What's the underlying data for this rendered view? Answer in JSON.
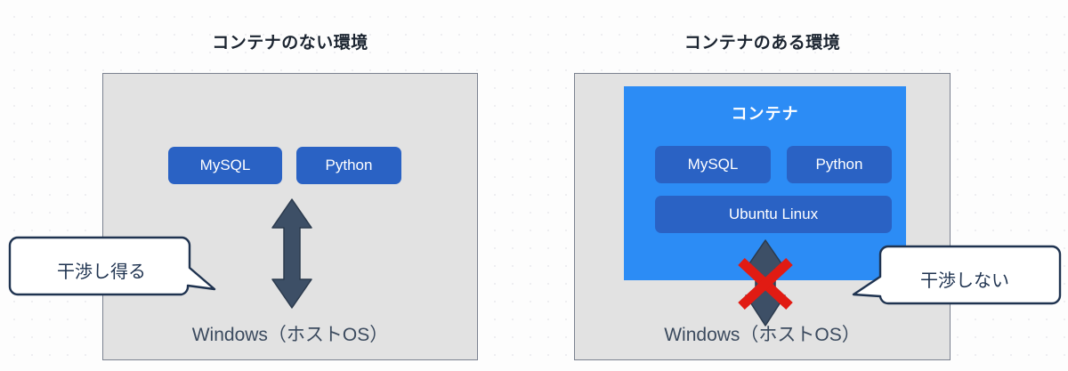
{
  "background": {
    "page_color": "#fdfdfd",
    "dot_grid_color": "#ededf0"
  },
  "palette": {
    "panel_fill": "#e2e2e2",
    "panel_border": "#7b8290",
    "chip_blue": "#2a62c4",
    "container_blue": "#2c8cf5",
    "arrow_slate": "#3d4f66",
    "bubble_border": "#1f3350",
    "bubble_fill": "#ffffff",
    "cross_red": "#e11b13",
    "title_color": "#1b2430",
    "host_label_color": "#3b4a5e"
  },
  "panels": [
    {
      "id": "without-container",
      "title": "コンテナのない環境",
      "host_label": "Windows（ホストOS）",
      "chips": [
        {
          "label": "MySQL"
        },
        {
          "label": "Python"
        }
      ],
      "arrow": {
        "name": "double-arrow-vertical",
        "direction": "both",
        "crossed_out": false
      },
      "callout": {
        "text": "干渉し得る",
        "tail_side": "right"
      }
    },
    {
      "id": "with-container",
      "title": "コンテナのある環境",
      "host_label": "Windows（ホストOS）",
      "container": {
        "title": "コンテナ",
        "chips": [
          {
            "label": "MySQL"
          },
          {
            "label": "Python"
          },
          {
            "label": "Ubuntu Linux"
          }
        ]
      },
      "arrow": {
        "name": "double-arrow-vertical-blocked",
        "direction": "both",
        "crossed_out": true
      },
      "callout": {
        "text": "干渉しない",
        "tail_side": "left"
      }
    }
  ]
}
